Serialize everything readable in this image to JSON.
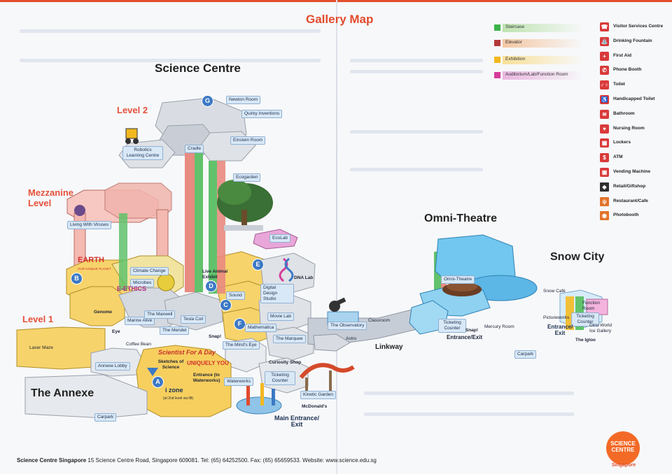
{
  "map_title": "Gallery Map",
  "areas": {
    "science_centre": "Science Centre",
    "omni_theatre": "Omni-Theatre",
    "snow_city": "Snow City",
    "annexe": "The Annexe",
    "linkway": "Linkway"
  },
  "levels": {
    "level2": "Level 2",
    "mezzanine": "Mezzanine Level",
    "level1": "Level 1"
  },
  "legend": [
    {
      "label": "Staircase",
      "color": "#3bb44a",
      "bar": "#bfe3b0"
    },
    {
      "label": "Elevator",
      "color": "#b23a3a",
      "bar": "#f3c7a2"
    },
    {
      "label": "Exhibition",
      "color": "#f2b81f",
      "bar": "#f9e09a"
    },
    {
      "label": "Auditorium/Lab/Function Room",
      "color": "#d63c9a",
      "bar": "#e9b6df"
    }
  ],
  "services": [
    {
      "icon": "visitor-services-icon",
      "glyph": "☎",
      "label": "Visitor Services Centre"
    },
    {
      "icon": "drinking-fountain-icon",
      "glyph": "⛲",
      "label": "Drinking Fountain"
    },
    {
      "icon": "first-aid-icon",
      "glyph": "+",
      "label": "First Aid"
    },
    {
      "icon": "phone-booth-icon",
      "glyph": "✆",
      "label": "Phone Booth"
    },
    {
      "icon": "toilet-icon",
      "glyph": "♂♀",
      "label": "Toilet"
    },
    {
      "icon": "handicapped-toilet-icon",
      "glyph": "♿",
      "label": "Handicapped Toilet"
    },
    {
      "icon": "bathroom-icon",
      "glyph": "≋",
      "label": "Bathroom"
    },
    {
      "icon": "nursing-room-icon",
      "glyph": "♥",
      "label": "Nursing Room"
    },
    {
      "icon": "lockers-icon",
      "glyph": "▦",
      "label": "Lockers"
    },
    {
      "icon": "atm-icon",
      "glyph": "$",
      "label": "ATM"
    },
    {
      "icon": "vending-machine-icon",
      "glyph": "▣",
      "label": "Vending Machine"
    },
    {
      "icon": "retail-giftshop-icon",
      "glyph": "◆",
      "label": "Retail/Giftshop"
    },
    {
      "icon": "restaurant-cafe-icon",
      "glyph": "ψ",
      "label": "Restaurant/Cafe"
    },
    {
      "icon": "photobooth-icon",
      "glyph": "◉",
      "label": "Photobooth"
    }
  ],
  "places": {
    "newton_room": "Newton Room",
    "quirky_inventions": "Quirky Inventions",
    "einstein_room": "Einstein Room",
    "robotics": "Robotics Learning Centre",
    "cradle": "Cradle",
    "ecogarden": "Ecogarden",
    "ecolab": "EcoLab",
    "living_with_viruses": "Living With Viruses",
    "earth": "EARTH",
    "earth_sub": "OUR UNIQUE PLANET",
    "climate_change": "Climate Change",
    "microbes": "Microbes",
    "ethics": "E-ETHICS",
    "live_animal": "Live Animal Exhibit",
    "digital_design": "Digital Design Studio",
    "dna_lab": "DNA Lab",
    "sound": "Sound",
    "movie_lab": "Movie Lab",
    "genome": "Genome",
    "marine_alive": "Marine Alive",
    "the_maxwell": "The Maxwell",
    "tesla_coil": "Tesla Coil",
    "the_mendel": "The Mendel",
    "mathematica": "Mathematica",
    "the_marquee": "The Marquee",
    "the_minds_eye": "The Mind's Eye",
    "snap": "Snap!",
    "eye": "Eye",
    "coffee_bean": "Coffee Bean",
    "laser_maze": "Laser Maze",
    "annexe_lobby": "Annexe Lobby",
    "scientist_for_a_day": "Scientist For A Day",
    "sketches_of_science": "Sketches of Science",
    "uniquely_you": "UNIQUELY YOU",
    "entrance_waterworks": "Entrance (to Waterworks)",
    "waterworks": "Waterworks",
    "i_zone": "i zone",
    "i_zone_sub": "(at 2nd level via lift)",
    "curiosity_shop": "Curiosity Shop",
    "ticketing_counter": "Ticketing Counter",
    "kinetic_garden": "Kinetic Garden",
    "mcdonalds": "McDonald's",
    "main_entrance": "Main Entrance/ Exit",
    "the_observatory": "The Observatory",
    "classroom": "Classroom",
    "astro": "Astro",
    "carpark_annexe": "Carpark",
    "carpark_right": "Carpark",
    "omni_theatre_tag": "Omni-Theatre",
    "omni_ticketing": "Ticketing Counter",
    "omni_snap": "Snap!",
    "mercury_room": "Mercury Room",
    "omni_entrance": "Entrance/Exit",
    "snow_cafe": "Snow Café",
    "function_room": "Function Room",
    "pictureworks": "Pictureworks",
    "snow_ticketing": "Ticketing Counter",
    "dino_world": "Dino World Ice Gallery",
    "snow_entrance": "Entrance/ Exit",
    "the_igloo": "The Igloo"
  },
  "zones": {
    "a": "A",
    "b": "B",
    "c": "C",
    "d": "D",
    "e": "E",
    "f": "F",
    "g": "G"
  },
  "footer": {
    "org": "Science Centre Singapore",
    "address": "15 Science Centre Road, Singapore 609081.",
    "tel": "Tel: (65) 64252500.",
    "fax": "Fax: (65) 65659533.",
    "website": "Website: www.science.edu.sg"
  },
  "logo": {
    "text": "SCIENCE CENTRE",
    "sub": "Singapore"
  },
  "colors": {
    "accent": "#e24a2c",
    "hex_blue": "#3c79c4",
    "omni_blue": "#6cc3ec"
  }
}
